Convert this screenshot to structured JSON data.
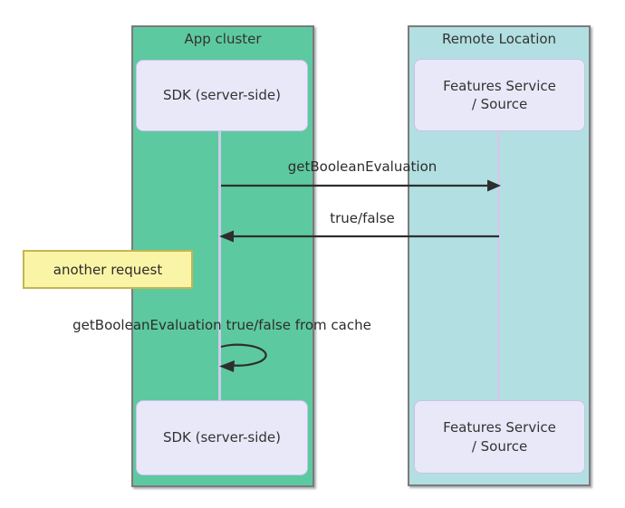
{
  "containers": [
    {
      "label": "App cluster",
      "fill": "#5dc9a1"
    },
    {
      "label": "Remote Location",
      "fill": "#b2dfe1"
    }
  ],
  "participants": [
    {
      "label": "SDK (server-side)"
    },
    {
      "lines": [
        "Features Service",
        "/ Source"
      ]
    },
    {
      "label": "SDK (server-side)"
    },
    {
      "lines": [
        "Features Service",
        "/ Source"
      ]
    }
  ],
  "messages": [
    {
      "label": "getBooleanEvaluation",
      "direction": "left-to-right"
    },
    {
      "label": "true/false",
      "direction": "right-to-left"
    },
    {
      "label": "getBooleanEvaluation true/false from cache",
      "direction": "self-loop"
    }
  ],
  "note": {
    "label": "another request",
    "fill": "#faf5a6",
    "border_color": "#c3b652"
  },
  "colors": {
    "app_cluster_fill": "#5dc9a1",
    "remote_location_fill": "#b2dfe1",
    "participant_fill": "#e9e8f9",
    "participant_border": "#c9c4e6",
    "lifeline": "#cfcce9",
    "arrow": "#2e2e2e",
    "note_fill": "#faf5a6",
    "note_border": "#c3b652",
    "text": "#333333"
  }
}
